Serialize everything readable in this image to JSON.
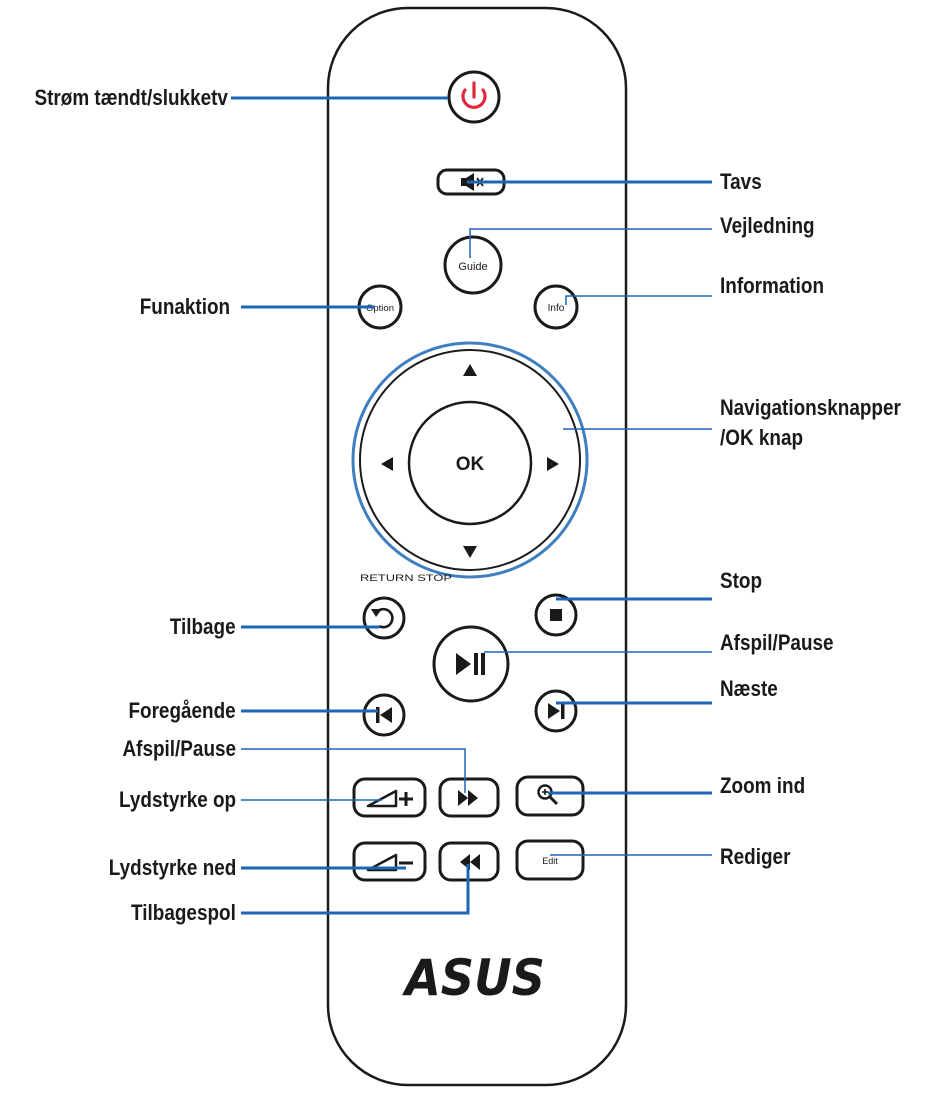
{
  "remote": {
    "buttons": {
      "guide": "Guide",
      "option": "Option",
      "info": "Info",
      "ok": "OK",
      "edit": "Edit",
      "return_stop_label": "RETURN STOP"
    },
    "logo": "ASUS"
  },
  "callouts": {
    "power": "Strøm tændt/slukketv",
    "mute": "Tavs",
    "guide": "Vejledning",
    "option": "Funaktion",
    "info": "Information",
    "nav_line1": "Navigationsknapper",
    "nav_line2": "/OK knap",
    "stop": "Stop",
    "return": "Tilbage",
    "play_pause": "Afspil/Pause",
    "previous": "Foregående",
    "next": "Næste",
    "fast_forward": "Afspil/Pause",
    "volume_up": "Lydstyrke op",
    "zoom": "Zoom ind",
    "volume_down": "Lydstyrke ned",
    "edit": "Rediger",
    "rewind": "Tilbagespol"
  },
  "colors": {
    "leader_line": "#1e66b4",
    "nav_ring": "#3f7fc0",
    "power_icon": "#e0283c",
    "outline": "#1a1a1a"
  }
}
